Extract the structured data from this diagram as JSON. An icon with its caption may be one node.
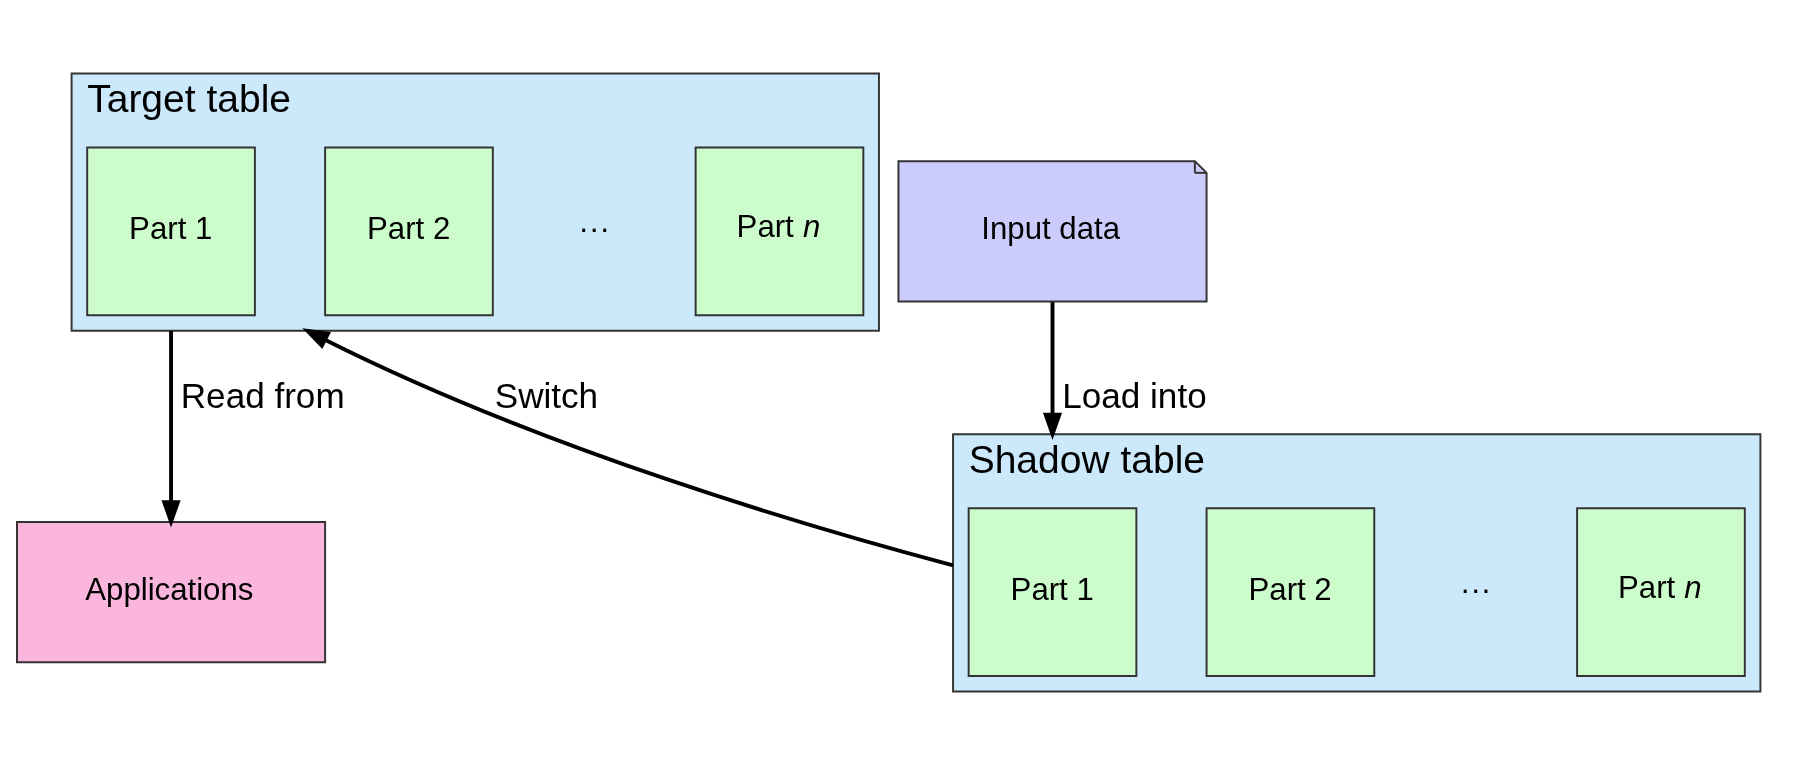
{
  "diagram": {
    "nodes": [
      {
        "text": [
          "Target table"
        ]
      },
      {
        "text": [
          "Part 1"
        ],
        "in": 0
      },
      {
        "text": [
          "Part 2"
        ],
        "in": 0
      },
      {
        "text": [
          "Part *n*"
        ],
        "in": 0
      },
      {
        "text": [
          "Shadow table"
        ]
      },
      {
        "text": [
          "Part 1"
        ],
        "in": 4
      },
      {
        "text": [
          "Part 2"
        ],
        "in": 4
      },
      {
        "text": [
          "Part *n*"
        ],
        "in": 4
      },
      {
        "text": [
          "Applications"
        ]
      },
      {
        "text": [
          "Input data"
        ]
      }
    ],
    "edges": [
      {
        "from": 4,
        "to": 0,
        "arrow": "to",
        "label": "Switch"
      },
      {
        "from": 0,
        "to": 8,
        "arrow": "to",
        "label": "Read from"
      },
      {
        "from": 9,
        "to": 4,
        "arrow": "to",
        "label": "Load into"
      }
    ],
    "labels": [
      "···",
      "···"
    ]
  }
}
